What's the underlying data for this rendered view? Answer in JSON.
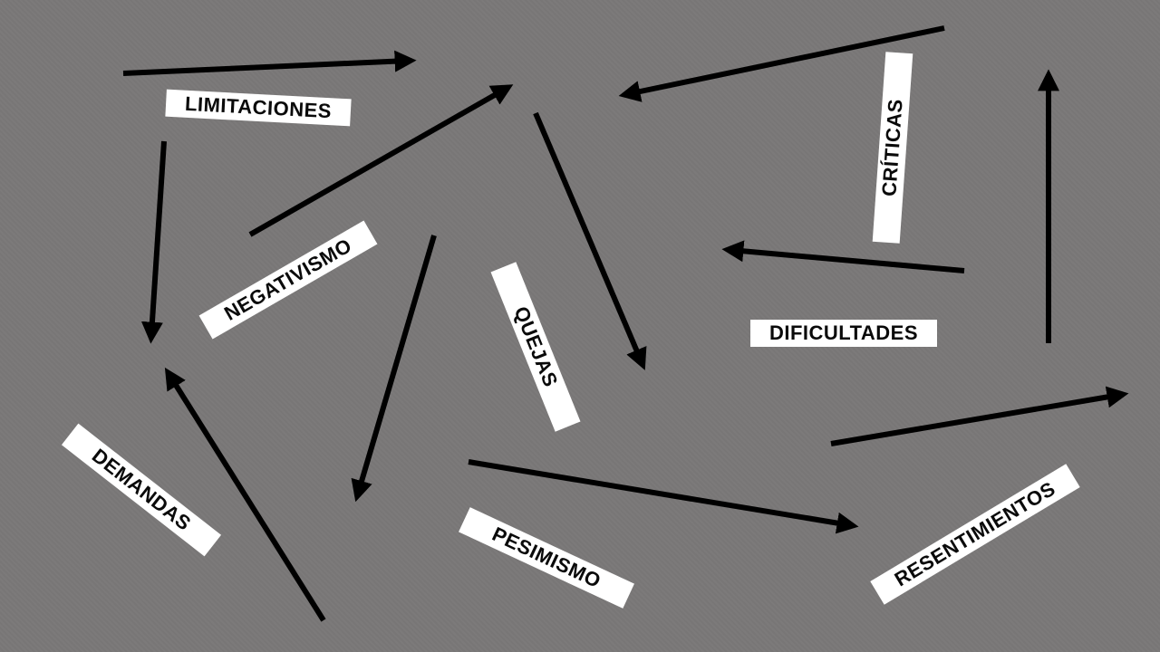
{
  "labels": {
    "limitaciones": "LIMITACIONES",
    "criticas": "CRÍTICAS",
    "negativismo": "NEGATIVISMO",
    "quejas": "QUEJAS",
    "dificultades": "DIFICULTADES",
    "demandas": "DEMANDAS",
    "pesimismo": "PESIMISMO",
    "resentimientos": "RESENTIMIENTOS"
  },
  "colors": {
    "background": "#7a7878",
    "arrow": "#000000",
    "label_bg": "#ffffff",
    "label_text": "#0a0a0a"
  }
}
